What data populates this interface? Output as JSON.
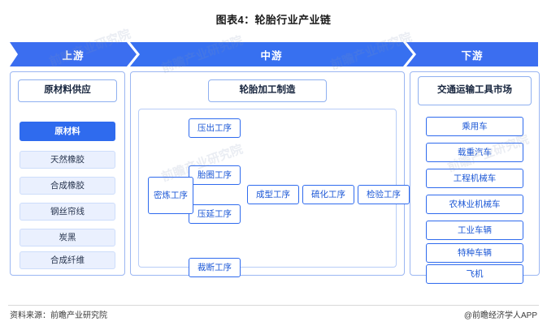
{
  "title": "图表4：轮胎行业产业链",
  "band": {
    "upstream": "上游",
    "midstream": "中游",
    "downstream": "下游"
  },
  "sections": {
    "upstream": {
      "heading": "原材料供应",
      "primary": "原材料",
      "items": [
        "天然橡胶",
        "合成橡胶",
        "钢丝帘线",
        "炭黑",
        "合成纤维"
      ]
    },
    "midstream": {
      "heading": "轮胎加工制造",
      "left_column": [
        "压出工序",
        "胎圈工序",
        "压延工序",
        "裁断工序"
      ],
      "mixing": "密炼工序",
      "right_row": [
        "成型工序",
        "硫化工序",
        "检验工序"
      ]
    },
    "downstream": {
      "heading": "交通运输工具市场",
      "items": [
        "乘用车",
        "载重汽车",
        "工程机械车",
        "农林业机械车",
        "工业车辆",
        "特种车辆",
        "飞机"
      ]
    }
  },
  "footer": {
    "source": "资料来源：前瞻产业研究院",
    "brand": "@前瞻经济学人APP"
  },
  "watermarks": [
    "前瞻产业研究院",
    "前瞻产业研究院",
    "前瞻产业研究院",
    "前瞻产业研究院",
    "前瞻产业研究院"
  ],
  "colors": {
    "accent": "#2f6bee",
    "band": "#3b6ef0",
    "pill_light_bg": "#eaf0fe",
    "pill_border": "#cdddfb"
  }
}
